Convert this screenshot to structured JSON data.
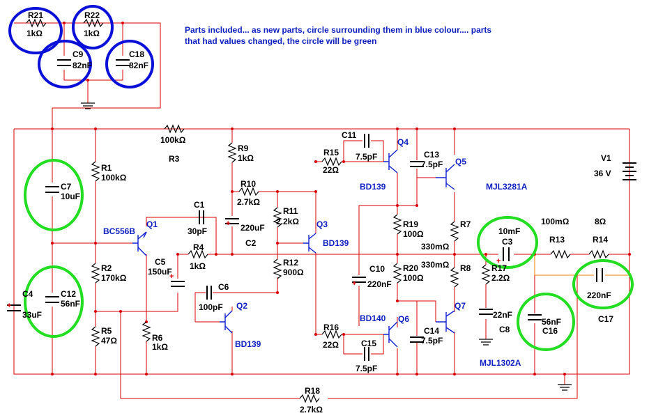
{
  "note": {
    "line1": "Parts included... as new parts, circle surrounding them in blue colour.... parts",
    "line2": "that had values changed, the circle will be green"
  },
  "colors": {
    "wire": "#d80000",
    "new_part_circle": "#0a10d8",
    "changed_part_circle": "#22dd22",
    "transistor_label": "#1020c0"
  },
  "components": {
    "R21": {
      "name": "R21",
      "value": "1kΩ"
    },
    "R22": {
      "name": "R22",
      "value": "1kΩ"
    },
    "C9": {
      "name": "C9",
      "value": "82nF"
    },
    "C18": {
      "name": "C18",
      "value": "82nF"
    },
    "R3": {
      "name": "R3",
      "value": "100kΩ"
    },
    "R9": {
      "name": "R9",
      "value": "1kΩ"
    },
    "C11": {
      "name": "C11",
      "value": "7.5pF"
    },
    "R15": {
      "name": "R15",
      "value": "22Ω"
    },
    "C13": {
      "name": "C13",
      "value": "7.5pF"
    },
    "V1": {
      "name": "V1",
      "value": "36 V"
    },
    "R1": {
      "name": "R1",
      "value": "100kΩ"
    },
    "C7": {
      "name": "C7",
      "value": "10uF"
    },
    "R10": {
      "name": "R10",
      "value": "2.7kΩ"
    },
    "R11": {
      "name": "R11",
      "value": "2.2kΩ"
    },
    "C1": {
      "name": "C1",
      "value": "30pF"
    },
    "C2": {
      "name": "C2",
      "value": "220uF"
    },
    "R19": {
      "name": "R19",
      "value": "100Ω"
    },
    "R7": {
      "name": "R7",
      "value": "330mΩ"
    },
    "C3": {
      "name": "C3",
      "value": "10mF"
    },
    "R13": {
      "name": "R13",
      "value": "100mΩ"
    },
    "R14": {
      "name": "R14",
      "value": "8Ω"
    },
    "R4": {
      "name": "R4",
      "value": "1kΩ"
    },
    "C5": {
      "name": "C5",
      "value": "150uF"
    },
    "R12": {
      "name": "R12",
      "value": "900Ω"
    },
    "R2": {
      "name": "R2",
      "value": "170kΩ"
    },
    "C12": {
      "name": "C12",
      "value": "56nF"
    },
    "C4": {
      "name": "C4",
      "value": "33uF"
    },
    "C10": {
      "name": "C10",
      "value": "220nF"
    },
    "R20": {
      "name": "R20",
      "value": "100Ω"
    },
    "R8": {
      "name": "R8",
      "value": "330mΩ"
    },
    "R17": {
      "name": "R17",
      "value": "2.2Ω"
    },
    "C17": {
      "name": "C17",
      "value": "220nF"
    },
    "C6": {
      "name": "C6",
      "value": "100pF"
    },
    "C8": {
      "name": "C8",
      "value": "22nF"
    },
    "C16": {
      "name": "C16",
      "value": "56nF"
    },
    "R5": {
      "name": "R5",
      "value": "47Ω"
    },
    "R6": {
      "name": "R6",
      "value": "1kΩ"
    },
    "R16": {
      "name": "R16",
      "value": "22Ω"
    },
    "C14": {
      "name": "C14",
      "value": "7.5pF"
    },
    "C15": {
      "name": "C15",
      "value": "7.5pF"
    },
    "R18": {
      "name": "R18",
      "value": "2.7kΩ"
    }
  },
  "transistors": {
    "Q1": {
      "name": "Q1",
      "part": "BC556B"
    },
    "Q2": {
      "name": "Q2",
      "part": "BD139"
    },
    "Q3": {
      "name": "Q3",
      "part": "BD139"
    },
    "Q4": {
      "name": "Q4",
      "part": "BD139"
    },
    "Q5": {
      "name": "Q5",
      "part": "MJL3281A"
    },
    "Q6": {
      "name": "Q6",
      "part": "BD140"
    },
    "Q7": {
      "name": "Q7",
      "part": "MJL1302A"
    }
  },
  "polarity": "+"
}
